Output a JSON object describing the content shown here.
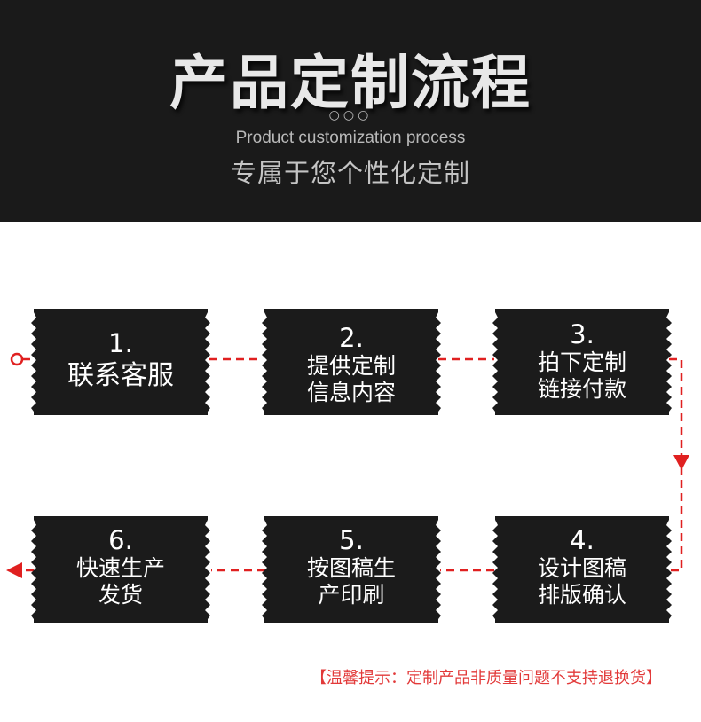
{
  "header": {
    "title": "产品定制流程",
    "dots": "○○○",
    "subtitle_en": "Product customization process",
    "subtitle_cn": "专属于您个性化定制"
  },
  "steps": [
    {
      "number": "1.",
      "line1": "联系客服",
      "line2": ""
    },
    {
      "number": "2.",
      "line1": "提供定制",
      "line2": "信息内容"
    },
    {
      "number": "3.",
      "line1": "拍下定制",
      "line2": "链接付款"
    },
    {
      "number": "4.",
      "line1": "设计图稿",
      "line2": "排版确认"
    },
    {
      "number": "5.",
      "line1": "按图稿生",
      "line2": "产印刷"
    },
    {
      "number": "6.",
      "line1": "快速生产",
      "line2": "发货"
    }
  ],
  "note": "【温馨提示：定制产品非质量问题不支持退换货】",
  "colors": {
    "header_bg": "#1a1a1a",
    "card_bg": "#1b1b1b",
    "connector": "#e02020",
    "note": "#e23a3a"
  }
}
